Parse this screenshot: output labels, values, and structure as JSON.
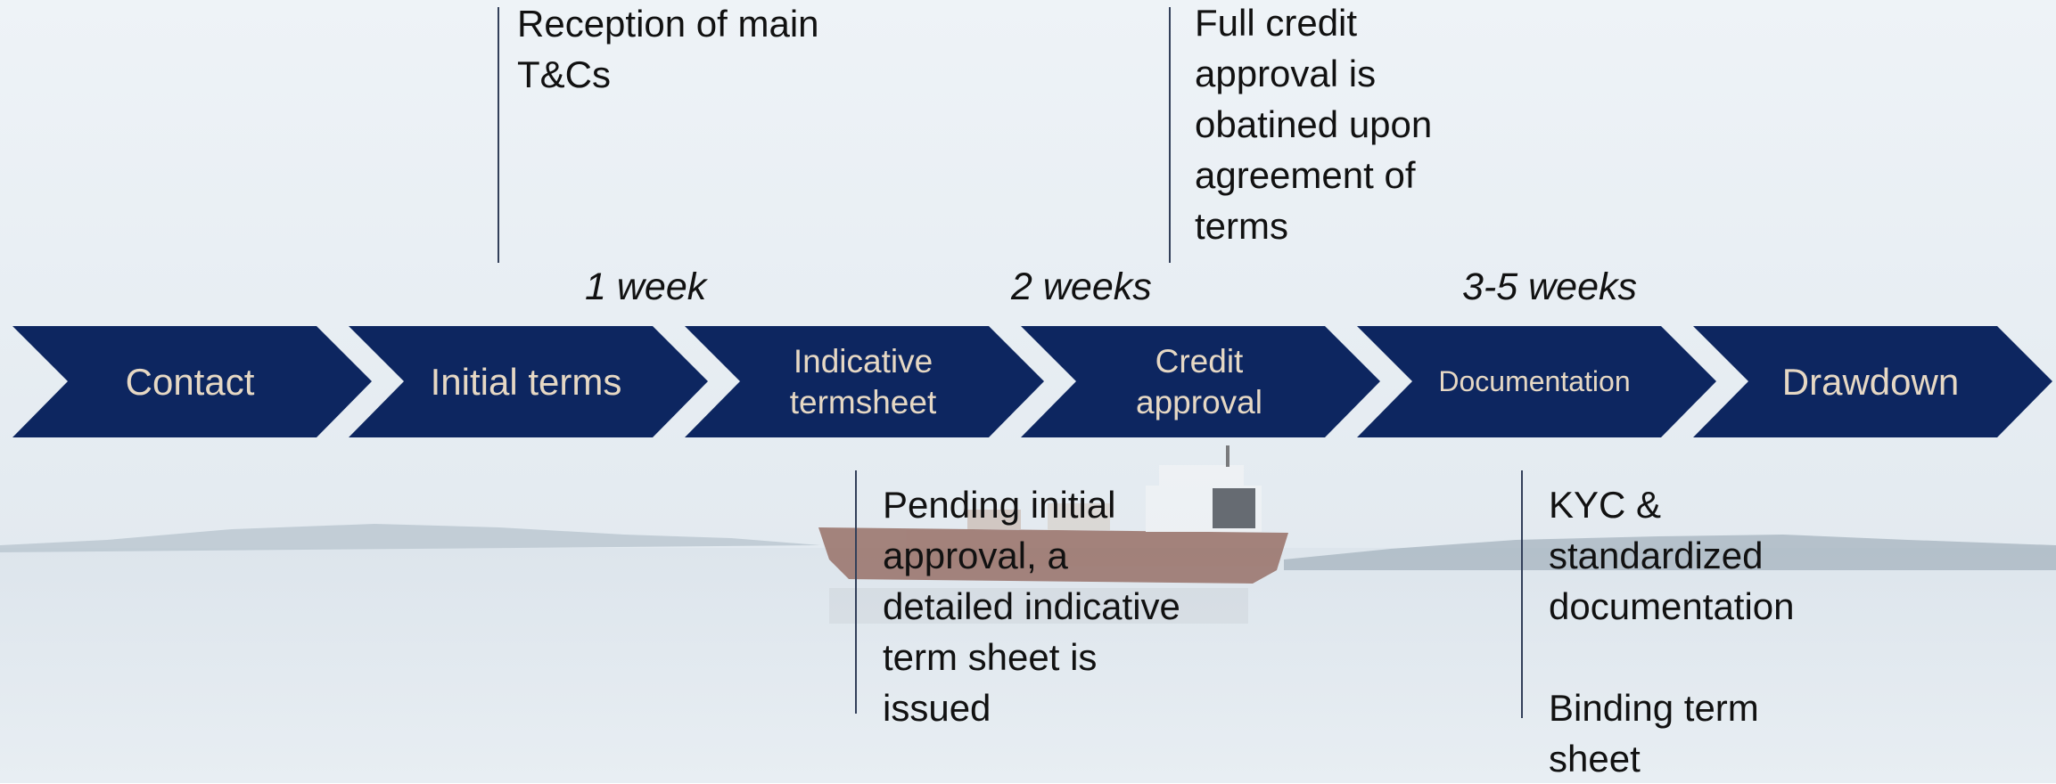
{
  "colors": {
    "chevron_fill": "#0d2660",
    "chevron_text": "#e6d8c4",
    "sky": "#e9eff4",
    "sea": "#e2e9ef",
    "ship_hull": "#8e6055"
  },
  "stages": [
    {
      "id": "contact",
      "lines": [
        "Contact"
      ]
    },
    {
      "id": "initial-terms",
      "lines": [
        "Initial terms"
      ]
    },
    {
      "id": "indicative-termsheet",
      "lines": [
        "Indicative",
        "termsheet"
      ]
    },
    {
      "id": "credit-approval",
      "lines": [
        "Credit",
        "approval"
      ]
    },
    {
      "id": "documentation",
      "lines": [
        "Documentation"
      ]
    },
    {
      "id": "drawdown",
      "lines": [
        "Drawdown"
      ]
    }
  ],
  "durations": [
    "1 week",
    "2 weeks",
    "3-5 weeks"
  ],
  "notes": {
    "reception": [
      "Reception of main",
      "T&Cs"
    ],
    "full_credit": [
      "Full credit",
      "approval is",
      "obatined upon",
      "agreement of",
      "terms"
    ],
    "pending": [
      "Pending initial",
      "approval, a",
      "detailed indicative",
      "term sheet is",
      "issued"
    ],
    "kyc": [
      "KYC &",
      "standardized",
      "documentation",
      "",
      "Binding term",
      "sheet"
    ]
  }
}
